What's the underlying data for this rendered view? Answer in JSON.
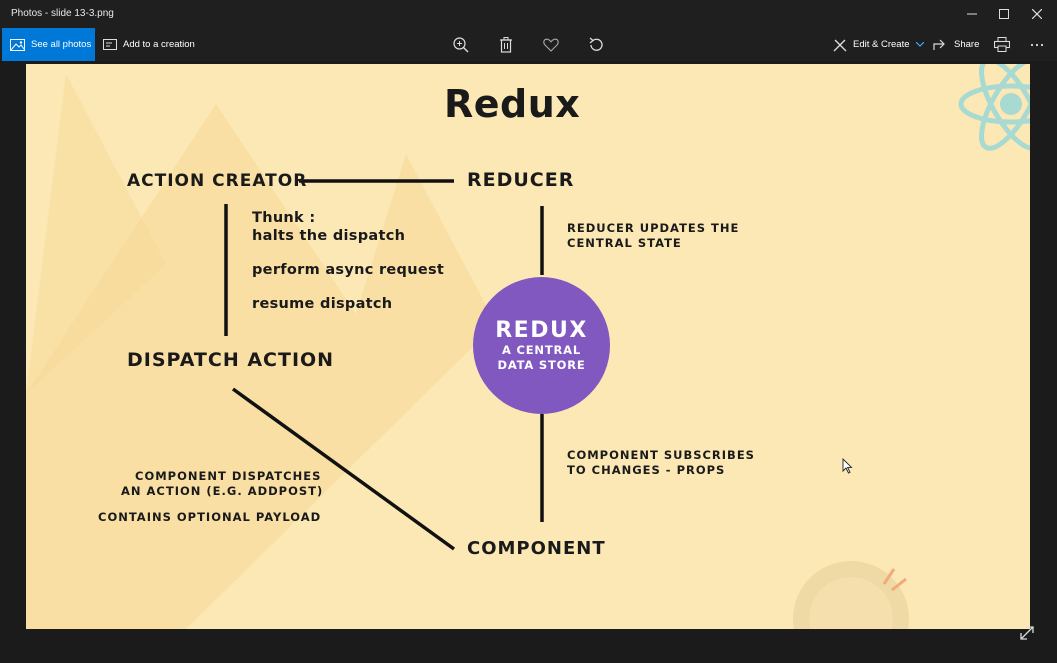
{
  "window": {
    "title": "Photos - slide 13-3.png",
    "controls": [
      "minimize-icon",
      "maximize-icon",
      "close-icon"
    ]
  },
  "toolbar": {
    "see_all_label": "See all photos",
    "add_to_creation_label": "Add to a creation",
    "edit_create_label": "Edit & Create",
    "share_label": "Share",
    "icons": [
      "zoom-in-icon",
      "delete-icon",
      "favorite-icon",
      "rotate-icon",
      "print-icon",
      "more-icon"
    ]
  },
  "slide": {
    "title": "Redux",
    "action_creator": "ACTION CREATOR",
    "reducer": "REDUCER",
    "thunk_line1": "Thunk :",
    "thunk_line2": "halts the dispatch",
    "thunk_async": "perform async request",
    "thunk_resume": "resume dispatch",
    "dispatch_action": "DISPATCH ACTION",
    "reducer_note_line1": "REDUCER UPDATES THE",
    "reducer_note_line2": "CENTRAL STATE",
    "circle_title": "REDUX",
    "circle_line1": "A CENTRAL",
    "circle_line2": "DATA STORE",
    "subscribe_line1": "COMPONENT SUBSCRIBES",
    "subscribe_line2": "TO CHANGES - PROPS",
    "dispatches_line1": "COMPONENT DISPATCHES",
    "dispatches_line2": "AN ACTION (E.G. ADDPOST)",
    "payload": "CONTAINS OPTIONAL PAYLOAD",
    "component": "COMPONENT",
    "colors": {
      "background": "#fce8b5",
      "store": "#8157c0",
      "text": "#1a1a1a"
    }
  },
  "accent_color": "#0078d7"
}
